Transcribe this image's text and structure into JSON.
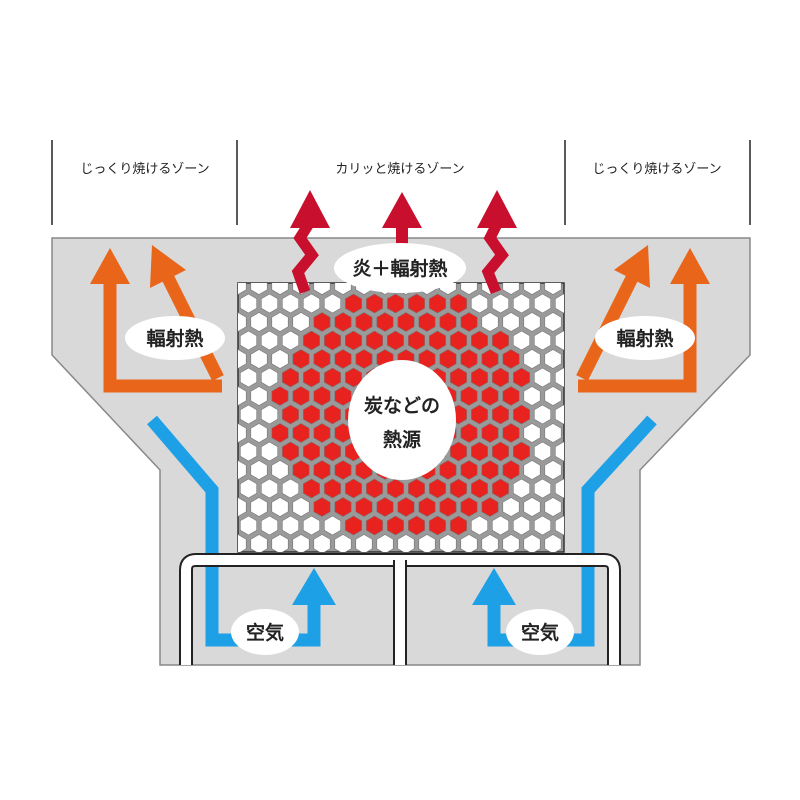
{
  "zones": {
    "left": "じっくり焼けるゾーン",
    "center": "カリッと焼けるゾーン",
    "right": "じっくり焼けるゾーン"
  },
  "labels": {
    "flame_radiant": "炎＋輻射熱",
    "radiant_left": "輻射熱",
    "radiant_right": "輻射熱",
    "heat_source_line1": "炭などの",
    "heat_source_line2": "熱源",
    "air_left": "空気",
    "air_right": "空気"
  },
  "colors": {
    "body": "#d9d9d9",
    "grate": "#9a9a9a",
    "heat": "#e8231f",
    "flame_arrow": "#c8102e",
    "radiant_arrow": "#e8651a",
    "air_arrow": "#1ea0e6"
  }
}
